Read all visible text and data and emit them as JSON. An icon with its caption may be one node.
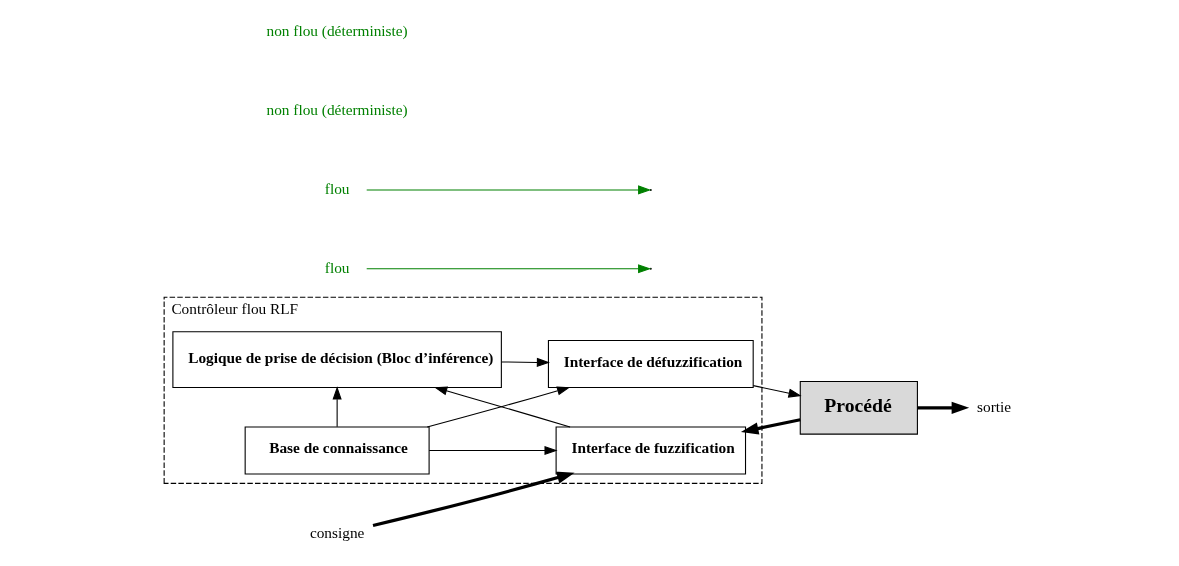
{
  "diagram": {
    "nodes": [
      {
        "text": [
          "Contrôleur flou RLF"
        ]
      },
      {
        "text": [
          "Base de connaissance"
        ],
        "in": 0
      },
      {
        "text": [
          "Interface de fuzzification"
        ],
        "in": 0
      },
      {
        "text": [
          "Logique de prise de décision (Bloc d’inférence)"
        ],
        "in": 0
      },
      {
        "text": [
          "Interface de défuzzification"
        ],
        "in": 0
      },
      {
        "text": [
          "Procédé"
        ]
      },
      {
        "text": [
          "consigne"
        ]
      },
      {
        "text": [
          "sortie"
        ]
      },
      {
        "text": [
          "flou"
        ]
      },
      {
        "text": [
          "flou"
        ]
      }
    ],
    "edges": [
      {
        "from": 1,
        "to": 2,
        "arrow": "to"
      },
      {
        "from": 1,
        "to": 3,
        "arrow": "to"
      },
      {
        "from": 1,
        "to": 4,
        "arrow": "to"
      },
      {
        "from": 6,
        "to": 2,
        "arrow": "to",
        "style": "thick"
      },
      {
        "from": 2,
        "to": 3,
        "arrow": "to"
      },
      {
        "from": 3,
        "to": 4,
        "arrow": "to"
      },
      {
        "from": 4,
        "to": 5,
        "arrow": "to"
      },
      {
        "from": 5,
        "to": 7,
        "arrow": "to",
        "style": "thick"
      },
      {
        "from": 5,
        "to": 2,
        "arrow": "to",
        "style": "thick"
      },
      {
        "from": 8,
        "to": null,
        "arrow": "to",
        "color": "#008000"
      },
      {
        "from": 9,
        "to": null,
        "arrow": "to",
        "color": "#008000"
      }
    ],
    "labels": [
      "non flou (déterministe)",
      "non flou (déterministe)"
    ]
  }
}
